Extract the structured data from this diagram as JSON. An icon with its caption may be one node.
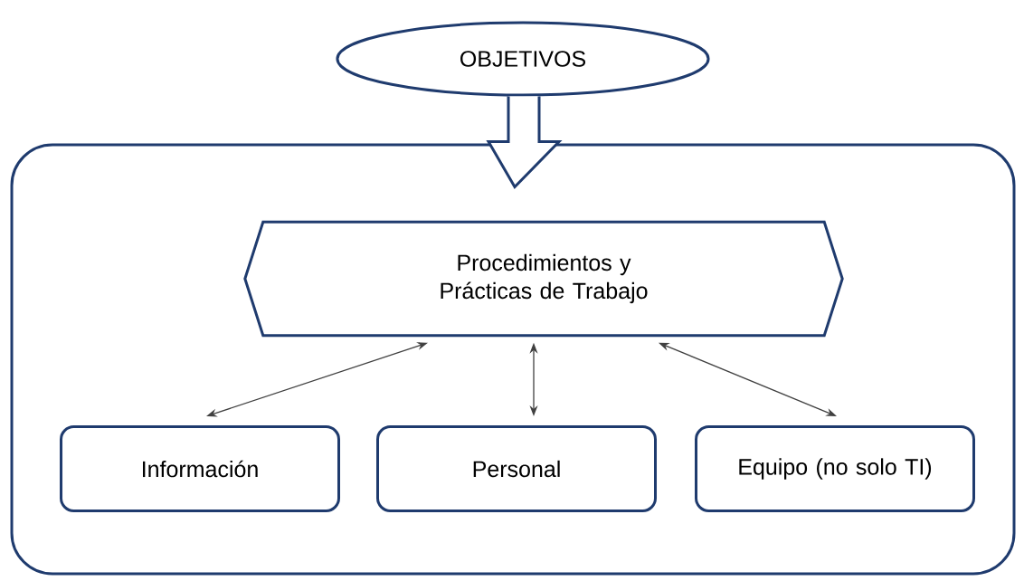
{
  "diagram": {
    "nodes": [
      {
        "text": [
          "OBJETIVOS"
        ]
      },
      {
        "text": [],
        "shape": "box"
      },
      {
        "text": [
          "Procedimientos y Prácticas de Trabajo"
        ],
        "in": 1
      },
      {
        "text": [
          "Información"
        ],
        "in": 1
      },
      {
        "text": [
          "Personal"
        ],
        "in": 1
      },
      {
        "text": [
          "Equipo (no solo TI)"
        ],
        "in": 1
      }
    ],
    "edges": [
      {
        "from": 0,
        "to": 1,
        "arrow": "to",
        "style": "thick"
      },
      {
        "from": 2,
        "to": 3,
        "arrow": "both"
      },
      {
        "from": 2,
        "to": 4,
        "arrow": "both"
      },
      {
        "from": 2,
        "to": 5,
        "arrow": "both"
      }
    ]
  }
}
